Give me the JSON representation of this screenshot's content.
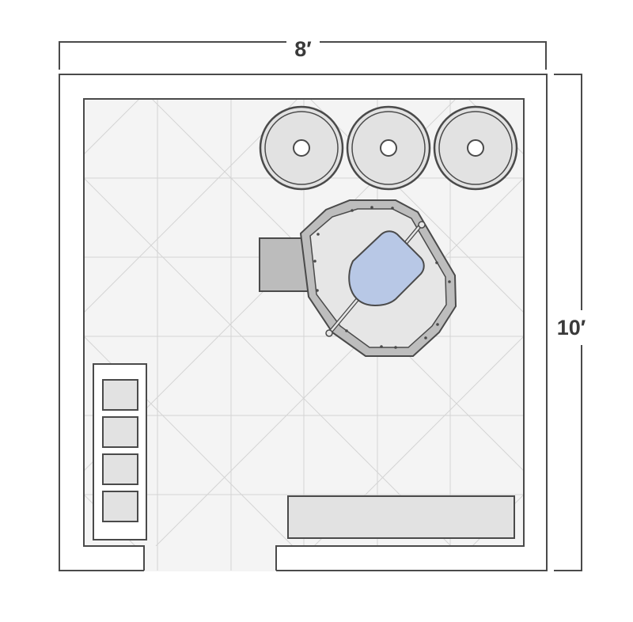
{
  "dimensions": {
    "width_label": "8′",
    "height_label": "10′"
  },
  "colors": {
    "stroke": "#4a4a4a",
    "floor": "#f4f4f4",
    "grid": "#d2d2d2",
    "fixture_fill": "#e2e2e2",
    "chair_fill": "#bcbcbc",
    "seat_fill": "#b8c8e6"
  },
  "fixtures": {
    "round_stools_count": 3,
    "storage_bins_count": 4
  }
}
